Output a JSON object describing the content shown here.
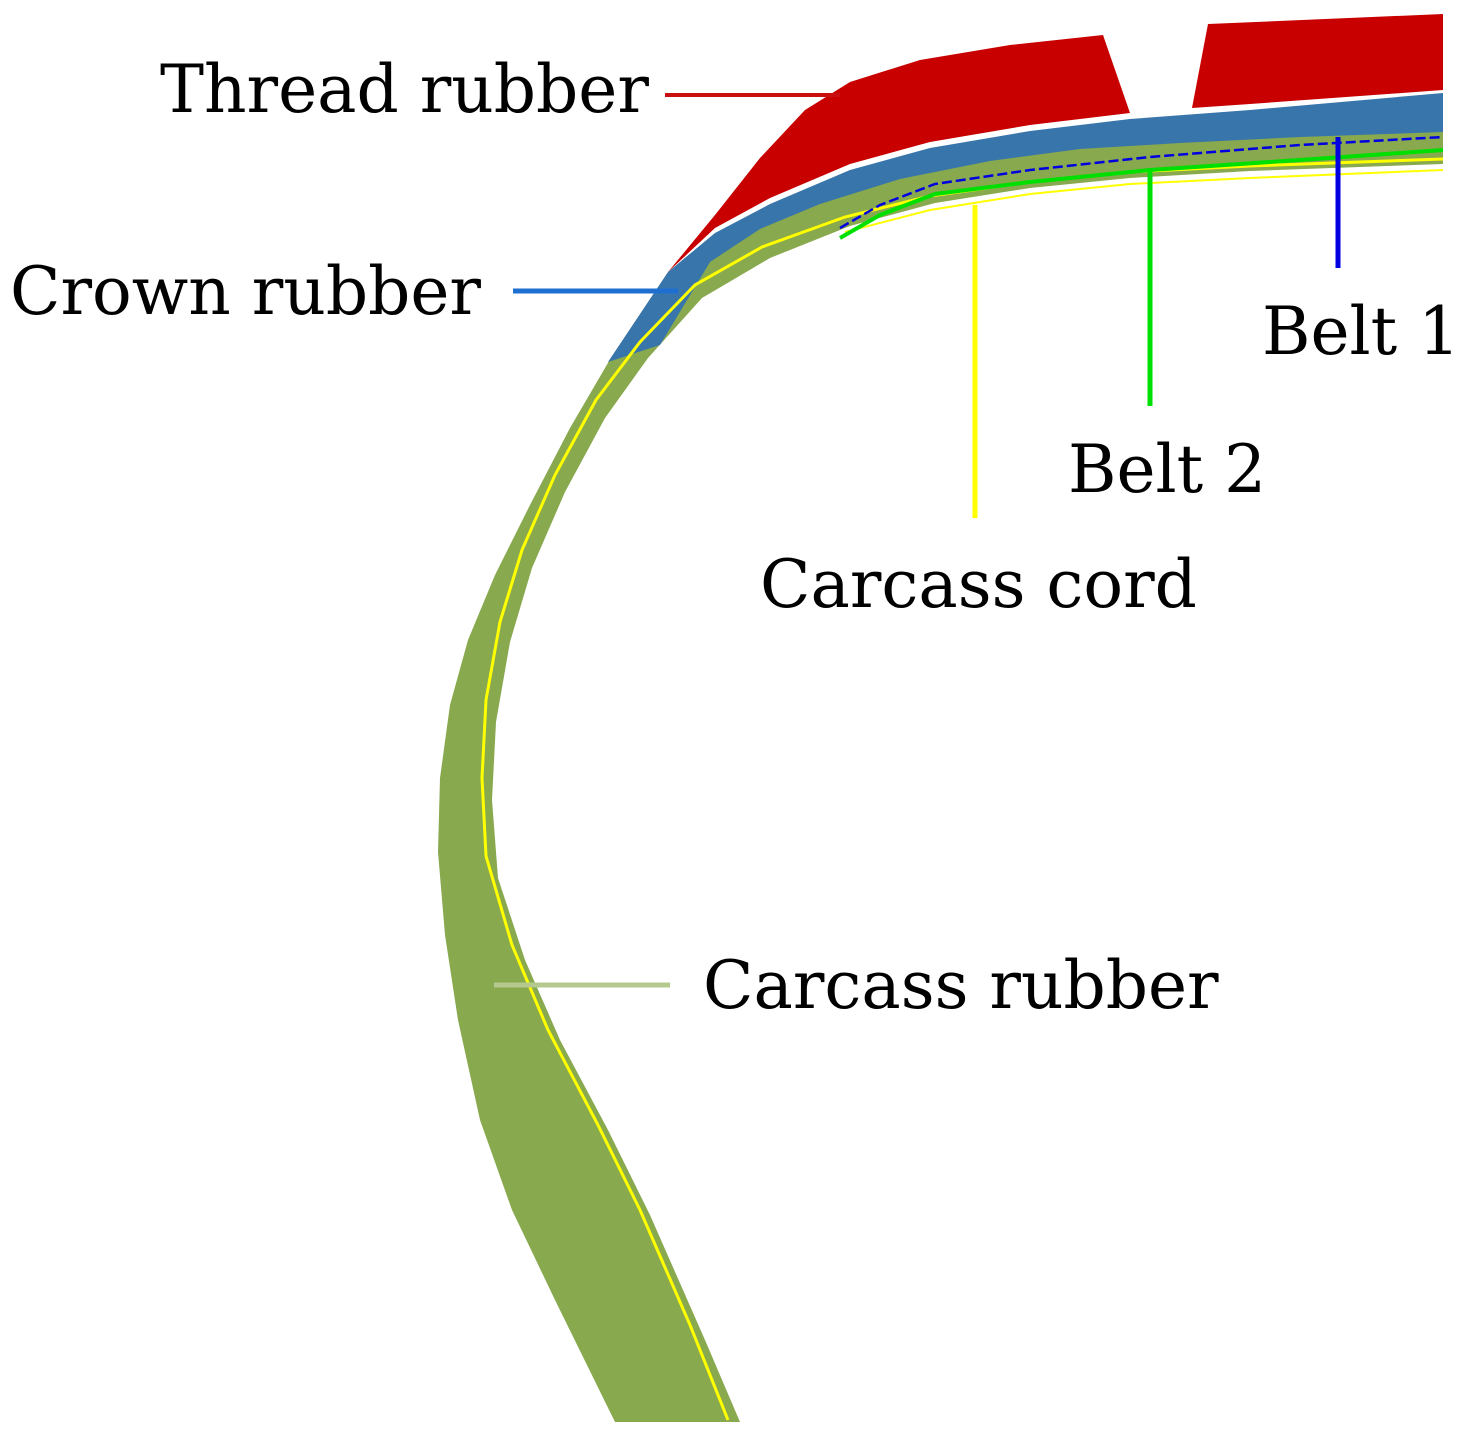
{
  "labels": {
    "tread_rubber": "Thread rubber",
    "crown_rubber": "Crown rubber",
    "belt_1": "Belt 1",
    "belt_2": "Belt 2",
    "carcass_cord": "Carcass cord",
    "carcass_rubber": "Carcass rubber"
  },
  "colors": {
    "tread_rubber": "#c80000",
    "crown_rubber": "#3875aa",
    "carcass_rubber": "#88a94e",
    "carcass_cord": "#ffff00",
    "belt_1": "#0000e0",
    "belt_2": "#00e000",
    "tread_leader": "#c81010",
    "crown_leader": "#1f6fd0",
    "carcass_rubber_leader": "#b5c98f",
    "background": "#ffffff"
  }
}
